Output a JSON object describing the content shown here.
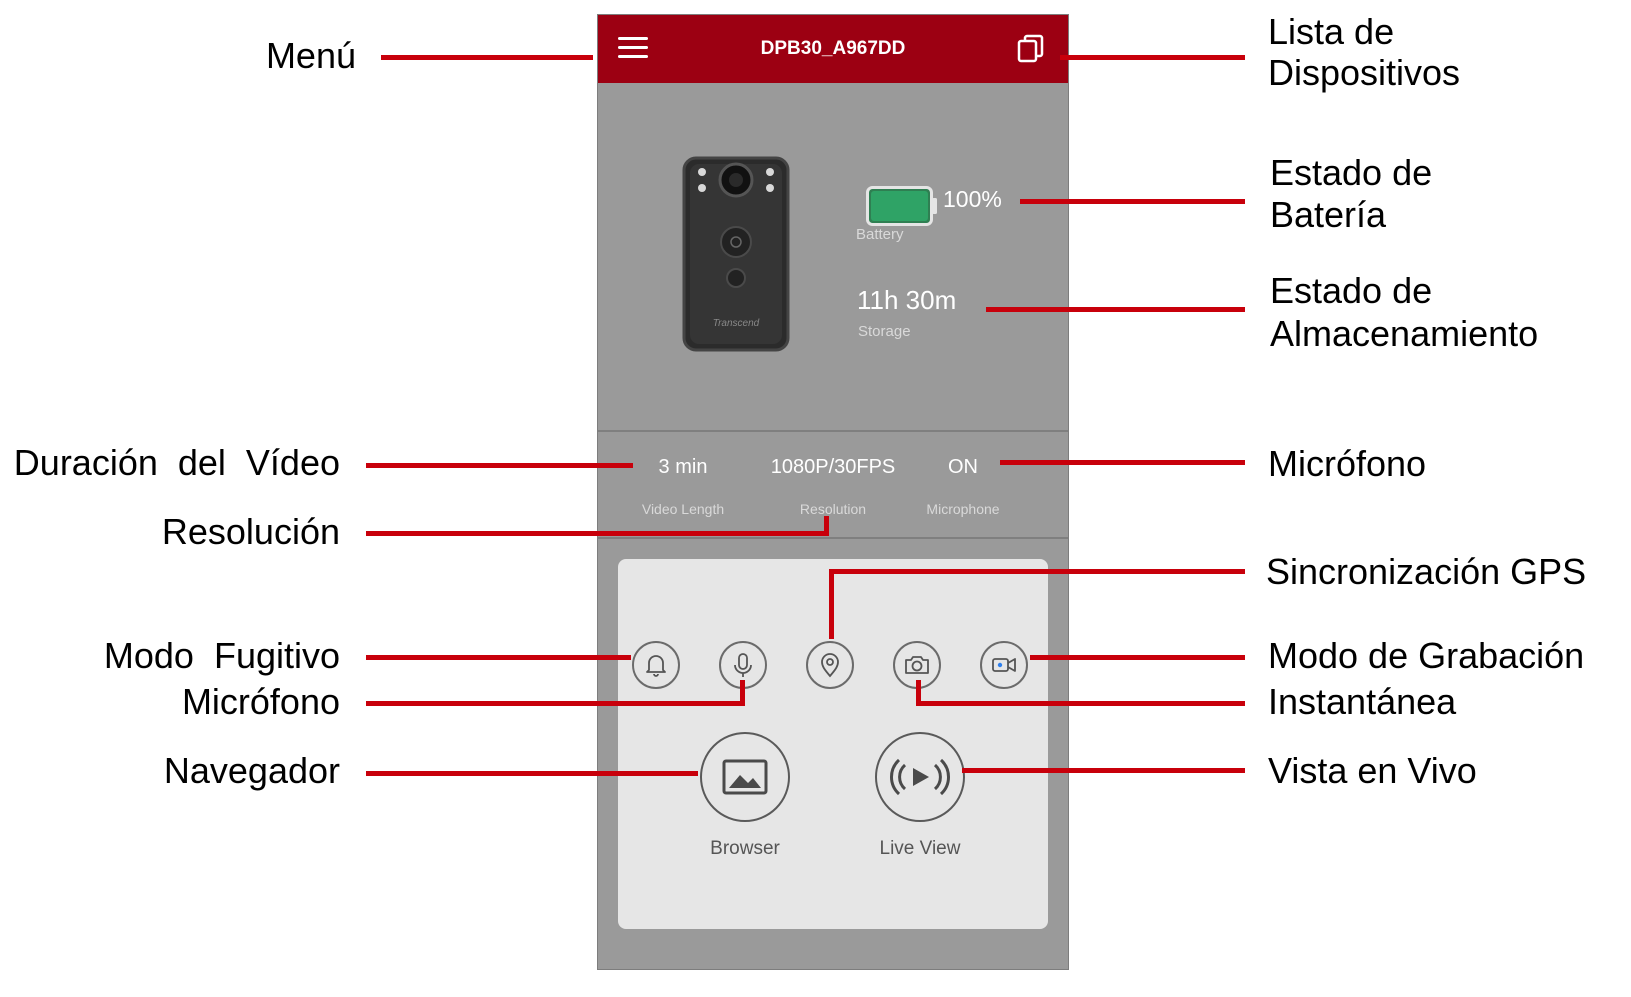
{
  "device_name": "DPB30_A967DD",
  "battery": {
    "value": "100%",
    "label": "Battery",
    "level": 1.0
  },
  "storage": {
    "value": "11h 30m",
    "label": "Storage"
  },
  "settings": [
    {
      "value": "3 min",
      "label": "Video Length"
    },
    {
      "value": "1080P/30FPS",
      "label": "Resolution"
    },
    {
      "value": "ON",
      "label": "Microphone"
    }
  ],
  "camera_brand": "Transcend",
  "quick_actions": [
    "bell-icon",
    "microphone-icon",
    "gps-pin-icon",
    "camera-snapshot-icon",
    "video-record-icon"
  ],
  "main_actions": [
    {
      "label": "Browser",
      "icon": "image-gallery-icon"
    },
    {
      "label": "Live View",
      "icon": "live-broadcast-icon"
    }
  ],
  "callouts": {
    "menu": "Menú",
    "device_list_1": "Lista de",
    "device_list_2": "Dispositivos",
    "battery_1": "Estado de",
    "battery_2": "Batería",
    "storage_1": "Estado de",
    "storage_2": "Almacenamiento",
    "video_length": "Duración  del  Vídeo",
    "microphone_status": "Micrófono",
    "resolution": "Resolución",
    "gps_sync": "Sincronización GPS",
    "fugitive_mode": "Modo  Fugitivo",
    "recording_mode": "Modo de Grabación",
    "microphone_toggle": "Micrófono",
    "snapshot": "Instantánea",
    "browser": "Navegador",
    "live_view": "Vista en Vivo"
  },
  "colors": {
    "header": "#9c0012",
    "leader": "#c8000b",
    "screen_bg": "#9a9a9a",
    "panel_bg": "#e6e6e6",
    "battery_fill": "#2fa366",
    "accent_blue": "#2f80ed"
  }
}
